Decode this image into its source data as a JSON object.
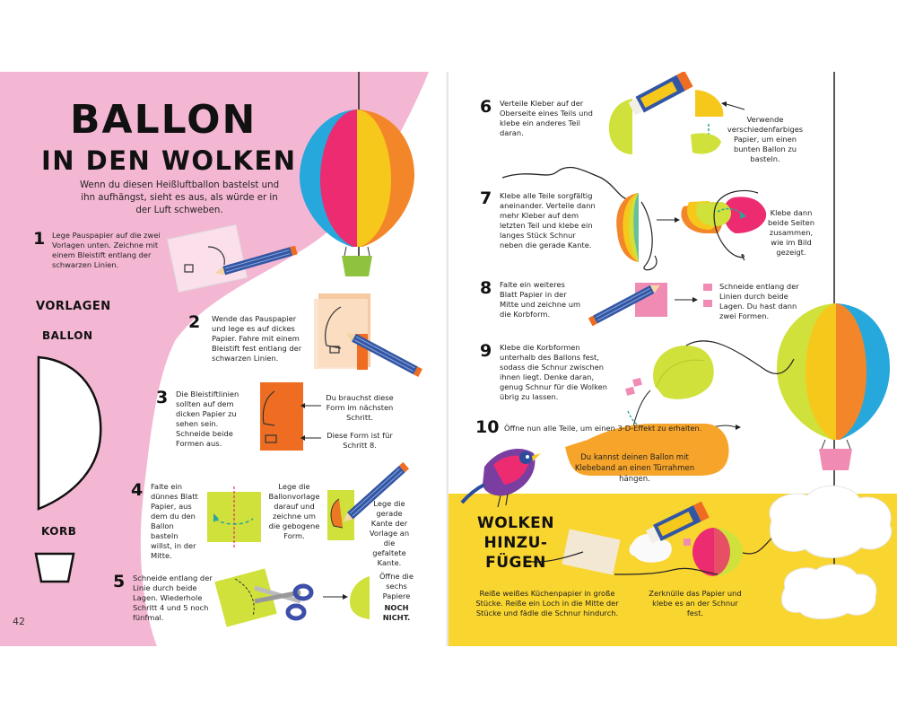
{
  "left_page": {
    "title_line1": "BALLON",
    "title_line2": "IN DEN WOLKEN",
    "intro": "Wenn du diesen Heißluftballon bastelst und ihn aufhängst, sieht es aus, als würde er in der Luft schweben.",
    "templates_heading": "VORLAGEN",
    "balloon_label": "BALLON",
    "basket_label": "KORB",
    "page_number": "42",
    "steps": [
      {
        "number": "1",
        "text": "Lege Pauspapier auf die zwei Vorlagen unten. Zeichne mit einem Bleistift entlang der schwarzen Linien."
      },
      {
        "number": "2",
        "text": "Wende das Pauspapier und lege es auf dickes Papier. Fahre mit einem Bleistift fest entlang der schwarzen Linien."
      },
      {
        "number": "3",
        "text": "Die Bleistiftlinien sollten auf dem dicken Papier zu sehen sein. Schneide beide Formen aus.",
        "note_top": "Du brauchst diese Form im nächsten Schritt.",
        "note_bottom": "Diese Form ist für Schritt 8."
      },
      {
        "number": "4",
        "text": "Falte ein dünnes Blatt Papier, aus dem du den Ballon basteln willst, in der Mitte.",
        "text_middle": "Lege die Ballonvorlage darauf und zeichne um die gebogene Form.",
        "text_right": "Lege die gerade Kante der Vorlage an die gefaltete Kante."
      },
      {
        "number": "5",
        "text": "Schneide entlang der Linie durch beide Lagen. Wiederhole Schritt 4 und 5 noch fünfmal.",
        "text_right": "Öffne die sechs Papiere",
        "text_right_bold": "NOCH NICHT."
      }
    ]
  },
  "right_page": {
    "steps": [
      {
        "number": "6",
        "text": "Verteile Kleber auf der Oberseite eines Teils und klebe ein anderes Teil daran.",
        "note": "Verwende verschiedenfarbiges Papier, um einen bunten Ballon zu basteln."
      },
      {
        "number": "7",
        "text": "Klebe alle Teile sorgfältig aneinander. Verteile dann mehr Kleber auf dem letzten Teil und klebe ein langes Stück Schnur neben die gerade Kante.",
        "note": "Klebe dann beide Seiten zusammen, wie im Bild gezeigt."
      },
      {
        "number": "8",
        "text": "Falte ein weiteres Blatt Papier in der Mitte und zeichne um die Korbform.",
        "note": "Schneide entlang der Linien durch beide Lagen. Du hast dann zwei Formen."
      },
      {
        "number": "9",
        "text": "Klebe die Korbformen unterhalb des Ballons fest, sodass die Schnur zwischen ihnen liegt. Denke daran, genug Schnur für die Wolken übrig zu lassen."
      },
      {
        "number": "10",
        "text": "Öffne nun alle Teile, um einen 3-D-Effekt zu erhalten."
      }
    ],
    "bubble": "Du kannst deinen Ballon mit Klebeband an einen Türrahmen hängen.",
    "wolken": {
      "title_line1": "WOLKEN",
      "title_line2": "HINZU-",
      "title_line3": "FÜGEN",
      "text_left": "Reiße weißes Küchenpapier in große Stücke. Reiße ein Loch in die Mitte der Stücke und fädle die Schnur hindurch.",
      "text_right": "Zerknülle das Papier und klebe es an der Schnur fest."
    }
  },
  "colors": {
    "pink": "#f4b7d3",
    "yellow": "#f9d530",
    "orange": "#ef6d22",
    "lime": "#cfe13a",
    "balloon_blue": "#26a8dc",
    "balloon_pink": "#ec2b70",
    "balloon_orange": "#f4862a",
    "balloon_yellow": "#f6c81c",
    "pencil_blue": "#3356a4",
    "basket_green": "#8fc33f",
    "basket_pink": "#f08cb3"
  }
}
